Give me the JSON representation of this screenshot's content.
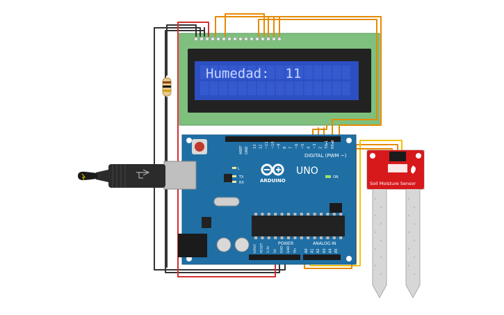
{
  "lcd": {
    "line1": "Humedad:  11",
    "line2": ""
  },
  "arduino": {
    "logo_text": "ARDUINO",
    "model": "UNO",
    "digital_label": "DIGITAL (PWM ~)",
    "analog_label": "ANALOG IN",
    "power_label": "POWER",
    "on_label": "ON",
    "tx_label": "TX",
    "rx_label": "RX",
    "l_label": "L",
    "aref": "AREF",
    "gnd": "GND",
    "digital_pins": [
      "13",
      "12",
      "~11",
      "~10",
      "~9",
      "8",
      "7",
      "~6",
      "~5",
      "4",
      "~3",
      "2",
      "TX▸1",
      "RX◂0"
    ],
    "analog_pins": [
      "A0",
      "A1",
      "A2",
      "A3",
      "A4",
      "A5"
    ],
    "power_pins": [
      "IOREF",
      "RESET",
      "3.3V",
      "5V",
      "GND",
      "GND",
      "Vin"
    ]
  },
  "sensor": {
    "label": "Soil Moisture Sensor"
  },
  "colors": {
    "pcb_blue": "#1f6fa5",
    "lcd_green": "#7fc07f",
    "lcd_screen": "#2c4fc1",
    "wire_orange": "#e68a00",
    "wire_red": "#d32f2f",
    "wire_black": "#333333",
    "wire_yellow": "#f2c200",
    "sensor_red": "#d7191c"
  },
  "icons": [
    "usb-cable-icon",
    "resistor-icon",
    "reset-button-icon",
    "dc-jack-icon",
    "arduino-logo-icon"
  ]
}
